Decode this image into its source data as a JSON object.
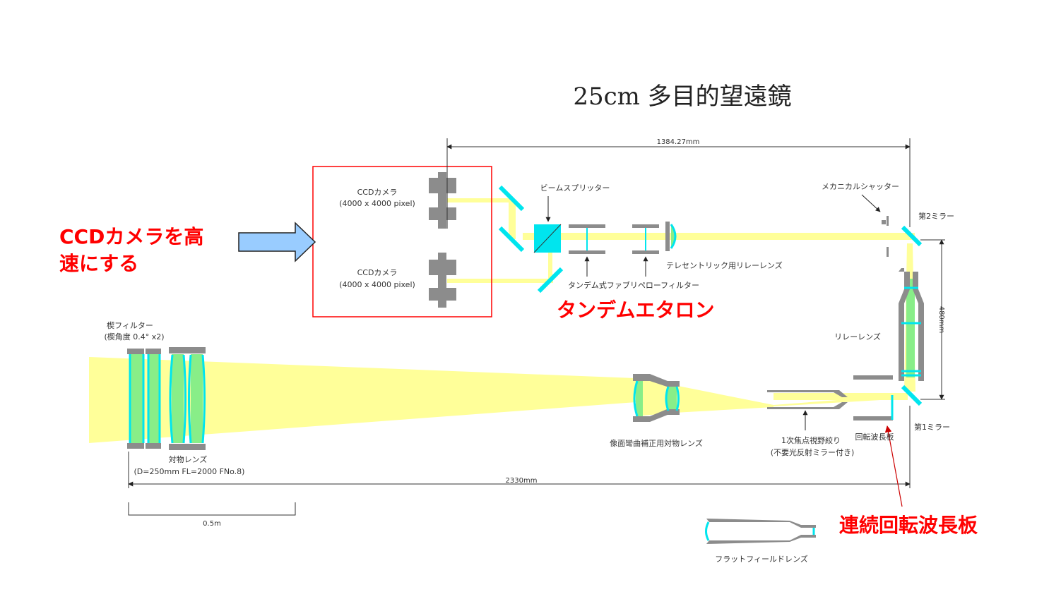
{
  "title": "25cm 多目的望遠鏡",
  "colors": {
    "beam": "#ffff99",
    "glass": "#88ee88",
    "cyan": "#00e5ee",
    "metal": "#8c8c8c",
    "accent": "#ff0000",
    "arrow": "#99ccff"
  },
  "labels": {
    "ccd1": "CCDカメラ",
    "ccd1_spec": "(4000 x 4000 pixel)",
    "ccd2": "CCDカメラ",
    "ccd2_spec": "(4000 x 4000 pixel)",
    "beam_splitter": "ビームスプリッター",
    "mech_shutter": "メカニカルシャッター",
    "mirror2": "第2ミラー",
    "mirror1": "第1ミラー",
    "telecentric_relay": "テレセントリック用リレーレンズ",
    "tandem_fp": "タンデム式ファブリペローフィルター",
    "relay_lens": "リレーレンズ",
    "wedge_filter": "楔フィルター",
    "wedge_angle": "(楔角度 0.4°  x2)",
    "objective": "対物レンズ",
    "objective_spec": "(D=250mm FL=2000 FNo.8)",
    "field_corr": "像面彎曲補正用対物レンズ",
    "field_stop": "1次焦点視野絞り",
    "field_stop_note": "(不要光反射ミラー付き)",
    "rot_plate": "回転波長板",
    "flat_field": "フラットフィールドレンズ"
  },
  "dimensions": {
    "top_length": "1384.27mm",
    "total_length": "2330mm",
    "height": "480mm",
    "scale": "0.5m"
  },
  "annotations": {
    "ccd_fast_line1": "CCDカメラを高",
    "ccd_fast_line2": "速にする",
    "tandem_etalon": "タンデムエタロン",
    "continuous_plate": "連続回転波長板"
  }
}
